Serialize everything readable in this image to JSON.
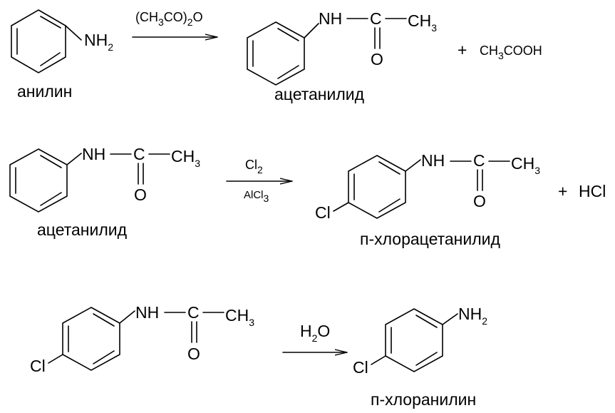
{
  "reaction1": {
    "reactant": {
      "group": "NH",
      "group_sub": "2",
      "name": "анилин"
    },
    "reagent": {
      "a": "(CH",
      "a_sub": "3",
      "b": "CO)",
      "b_sub": "2",
      "c": "O"
    },
    "product": {
      "nh": "NH",
      "c": "C",
      "ch": "CH",
      "ch_sub": "3",
      "o": "O",
      "name": "ацетанилид"
    },
    "plus": "+",
    "byproduct": {
      "a": "CH",
      "a_sub": "3",
      "b": "COOH"
    }
  },
  "reaction2": {
    "reactant": {
      "nh": "NH",
      "c": "C",
      "ch": "CH",
      "ch_sub": "3",
      "o": "O",
      "name": "ацетанилид"
    },
    "reagent_top": {
      "a": "Cl",
      "a_sub": "2"
    },
    "reagent_bottom": {
      "a": "AlCl",
      "a_sub": "3"
    },
    "product": {
      "cl": "Cl",
      "nh": "NH",
      "c": "C",
      "ch": "CH",
      "ch_sub": "3",
      "o": "O",
      "name": "п-хлорацетанилид"
    },
    "plus": "+",
    "byproduct": "HCl"
  },
  "reaction3": {
    "reactant": {
      "cl": "Cl",
      "nh": "NH",
      "c": "C",
      "ch": "CH",
      "ch_sub": "3",
      "o": "O"
    },
    "reagent": {
      "a": "H",
      "a_sub": "2",
      "b": "O"
    },
    "product": {
      "cl": "Cl",
      "group": "NH",
      "group_sub": "2",
      "name": "п-хлоранилин"
    }
  }
}
